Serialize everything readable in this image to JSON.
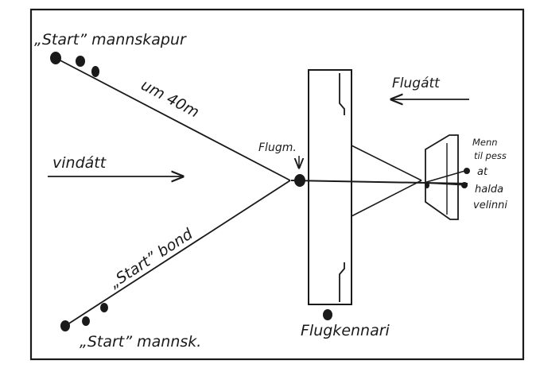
{
  "labels": {
    "start_top": "„Start” mannskapur",
    "rope_length": "um 40m",
    "wind": "vindátt",
    "rope_bottom": "„Start” bond",
    "start_bottom": "„Start” mannsk.",
    "glider_point": "Flugm.",
    "flight_dir": "Flugátt",
    "holders": [
      "Menn",
      "til pess",
      "at",
      "halda",
      "velinni"
    ],
    "pilot": "Flugkennari"
  },
  "colors": {
    "ink": "#1a1a1a",
    "paper": "#ffffff"
  }
}
